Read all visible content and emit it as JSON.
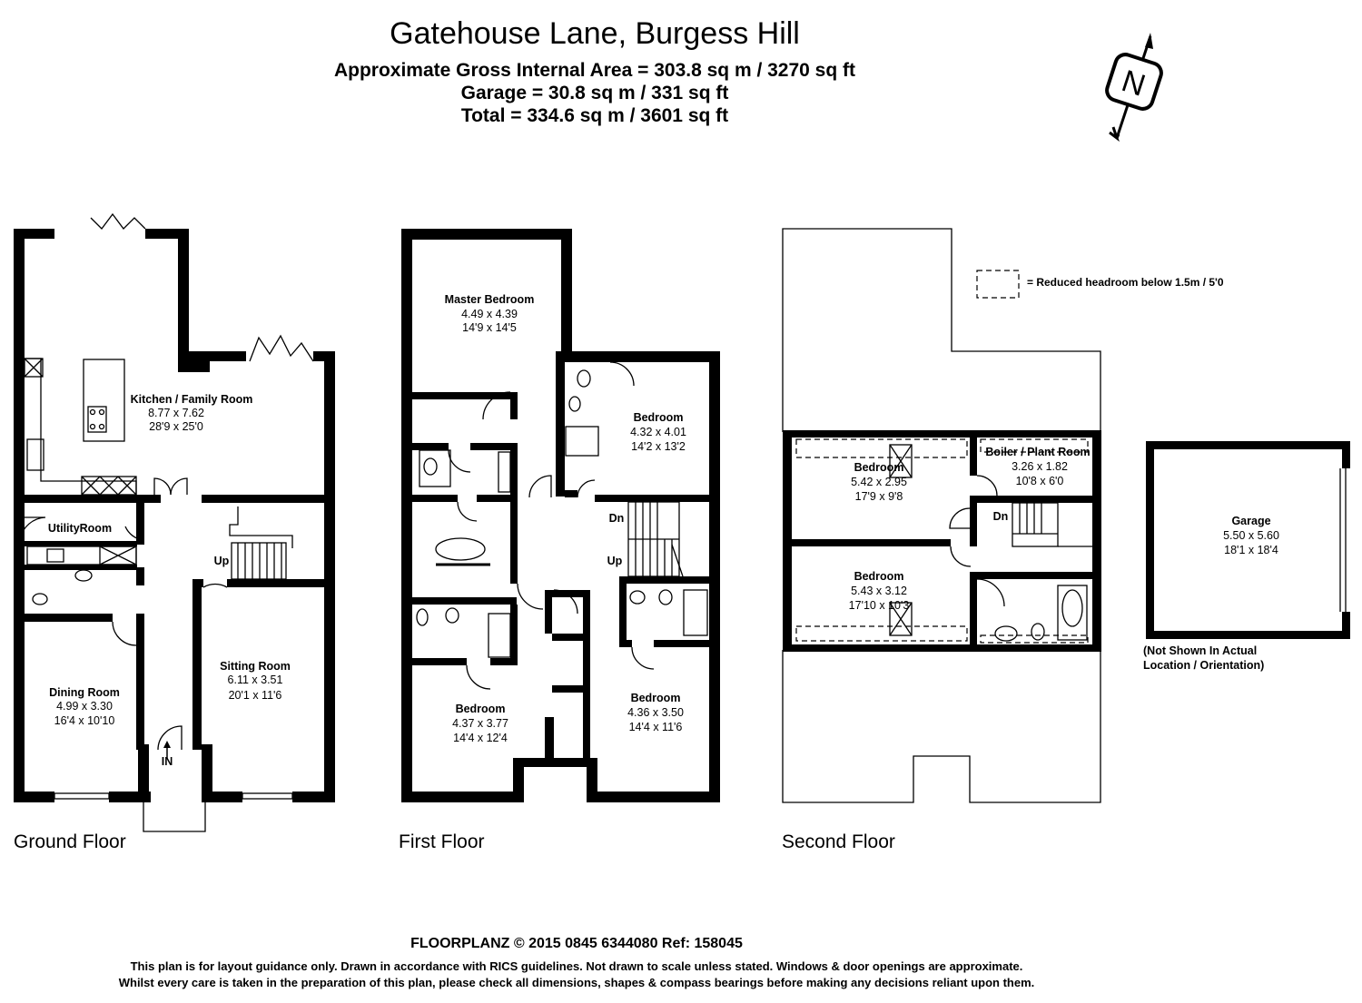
{
  "header": {
    "title": "Gatehouse Lane, Burgess Hill",
    "area_internal": "Approximate Gross Internal Area = 303.8 sq m / 3270 sq ft",
    "area_garage": "Garage = 30.8 sq m / 331 sq ft",
    "area_total": "Total = 334.6 sq m / 3601 sq ft"
  },
  "compass": {
    "letter": "N",
    "icon": "north-arrow-icon"
  },
  "legend": {
    "text": "= Reduced headroom below 1.5m / 5'0"
  },
  "floors": {
    "ground": {
      "label": "Ground Floor",
      "rooms": {
        "kitchen": {
          "name": "Kitchen / Family Room",
          "metric": "8.77 x 7.62",
          "imperial": "28'9 x 25'0"
        },
        "utility": {
          "name": "UtilityRoom"
        },
        "dining": {
          "name": "Dining Room",
          "metric": "4.99 x 3.30",
          "imperial": "16'4 x 10'10"
        },
        "sitting": {
          "name": "Sitting Room",
          "metric": "6.11 x 3.51",
          "imperial": "20'1 x 11'6"
        }
      },
      "stairs_up": "Up",
      "entrance": "IN"
    },
    "first": {
      "label": "First Floor",
      "rooms": {
        "master": {
          "name": "Master Bedroom",
          "metric": "4.49 x 4.39",
          "imperial": "14'9 x 14'5"
        },
        "bed_ne": {
          "name": "Bedroom",
          "metric": "4.32 x 4.01",
          "imperial": "14'2 x 13'2"
        },
        "bed_sw": {
          "name": "Bedroom",
          "metric": "4.37 x 3.77",
          "imperial": "14'4 x 12'4"
        },
        "bed_se": {
          "name": "Bedroom",
          "metric": "4.36 x 3.50",
          "imperial": "14'4 x 11'6"
        }
      },
      "stairs_down": "Dn",
      "stairs_up": "Up"
    },
    "second": {
      "label": "Second Floor",
      "rooms": {
        "bed_top": {
          "name": "Bedroom",
          "metric": "5.42 x 2.95",
          "imperial": "17'9 x 9'8"
        },
        "bed_bottom": {
          "name": "Bedroom",
          "metric": "5.43 x 3.12",
          "imperial": "17'10 x 10'3"
        },
        "boiler": {
          "name": "Boiler / Plant Room",
          "metric": "3.26 x 1.82",
          "imperial": "10'8 x 6'0"
        }
      },
      "stairs_down": "Dn"
    },
    "garage": {
      "name": "Garage",
      "metric": "5.50 x 5.60",
      "imperial": "18'1 x 18'4",
      "note_line1": "(Not Shown In Actual",
      "note_line2": "Location / Orientation)"
    }
  },
  "footer": {
    "credit": "FLOORPLANZ © 2015    0845 6344080    Ref: 158045",
    "disclaimer1": "This plan is for layout guidance only. Drawn in accordance with RICS guidelines. Not drawn to scale unless stated. Windows & door openings are approximate.",
    "disclaimer2": "Whilst every care is taken in the preparation of this plan, please check all dimensions, shapes & compass bearings before making any decisions reliant upon them."
  }
}
